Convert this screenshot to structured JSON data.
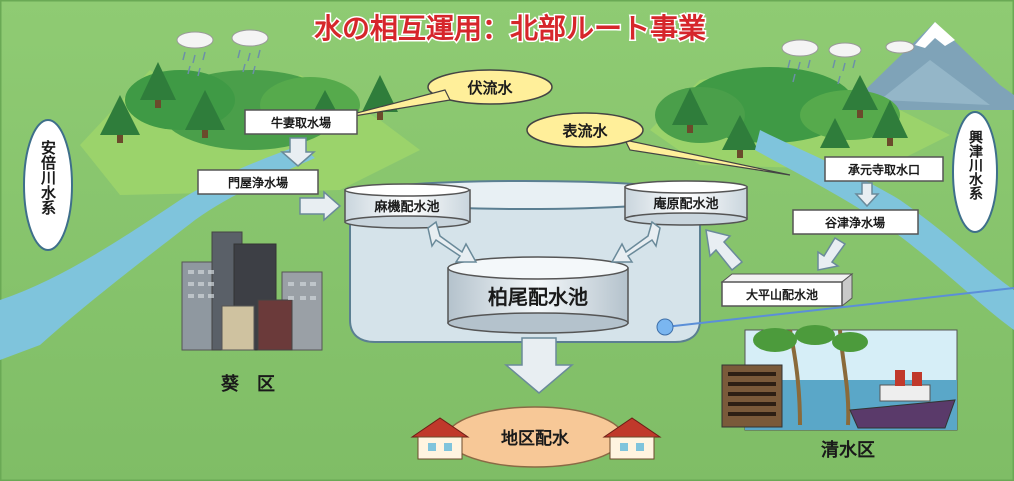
{
  "title": "水の相互運用：北部ルート事業",
  "labels": {
    "fukuryusui": "伏流水",
    "hyoryusui": "表流水",
    "ushizuma_intake": "牛妻取水場",
    "kadoya_plant": "門屋浄水場",
    "asahata_reservoir": "麻機配水池",
    "ihara_reservoir": "庵原配水池",
    "kashio_reservoir": "柏尾配水池",
    "shogenji_intake": "承元寺取水口",
    "yatsu_plant": "谷津浄水場",
    "ohirayama_reservoir": "大平山配水池",
    "abe_river": "安倍川水系",
    "okitsu_river": "興津川水系",
    "aoi_ward": "葵　区",
    "shimizu_ward": "清水区",
    "district_distribution": "地区配水"
  },
  "colors": {
    "background": "#8fcb73",
    "title": "#d6262b",
    "river": "#7fc4dc",
    "mountain": "#3f9a45",
    "label_box": "#ffffff",
    "bubble": "#ffef9a",
    "district": "#f7c897",
    "arrow": "#e8eef2"
  }
}
